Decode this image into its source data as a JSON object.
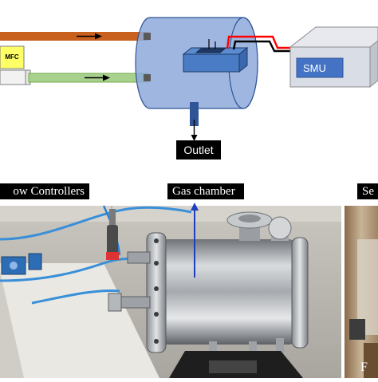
{
  "diagram": {
    "labels": {
      "mfc": "MFC",
      "smu": "SMU",
      "outlet": "Outlet"
    },
    "colors": {
      "orange_line": "#c8611e",
      "green_line": "#a9d18e",
      "chamber_fill": "#8ea9db",
      "smu_box": "#d9dde6",
      "smu_face": "#4472c4",
      "outlet_pipe": "#2f5597"
    }
  },
  "photos": {
    "captions": {
      "left": "ow Controllers",
      "middle": "Gas chamber",
      "right": "Se"
    },
    "corner_label": "F"
  }
}
